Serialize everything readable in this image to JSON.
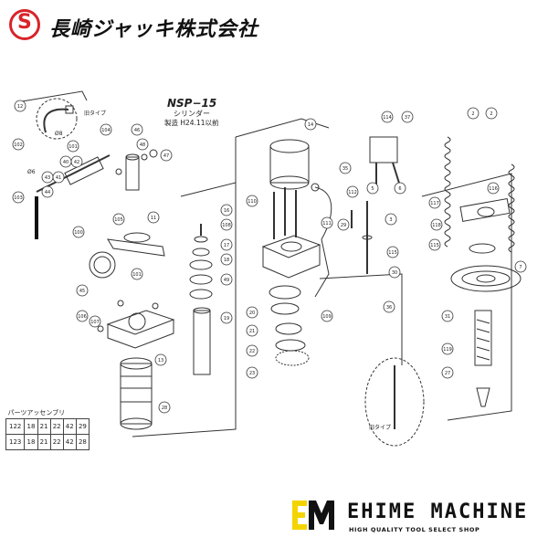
{
  "header": {
    "logo_letter": "S",
    "company_name": "長崎ジャッキ株式会社"
  },
  "diagram": {
    "title": "NSP−15",
    "subtitle": "シリンダー",
    "note": "製造 H24.11以前",
    "old_type_label": "旧タイプ",
    "dim_phi8": "Ø8",
    "dim_phi6": "Ø6",
    "parts": [
      "12",
      "102",
      "101",
      "42",
      "40",
      "41",
      "43",
      "44",
      "103",
      "100",
      "105",
      "11",
      "45",
      "104",
      "46",
      "48",
      "47",
      "101",
      "107",
      "106",
      "13",
      "28",
      "16",
      "108",
      "17",
      "18",
      "49",
      "19",
      "14",
      "35",
      "110",
      "111",
      "109",
      "20",
      "21",
      "22",
      "23",
      "29",
      "36",
      "114",
      "37",
      "112",
      "115",
      "5",
      "6",
      "3",
      "30",
      "117",
      "2",
      "2",
      "116",
      "118",
      "115",
      "7",
      "31",
      "119",
      "27"
    ]
  },
  "parts_table": {
    "heading": "パーツアッセンブリ",
    "rows": [
      [
        "122",
        "18",
        "21",
        "22",
        "42",
        "29"
      ],
      [
        "123",
        "18",
        "21",
        "22",
        "42",
        "28"
      ]
    ]
  },
  "brand": {
    "name": "EHIME MACHINE",
    "tagline": "HIGH QUALITY TOOL SELECT SHOP"
  },
  "colors": {
    "logo_red": "#d8242a",
    "brand_yellow": "#f4d400",
    "line": "#333333"
  }
}
